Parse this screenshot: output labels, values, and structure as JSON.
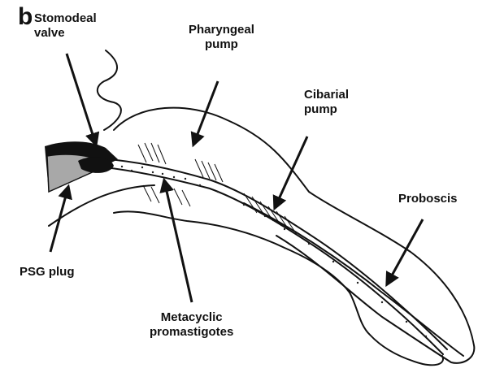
{
  "figure": {
    "panel_letter": "b",
    "labels": {
      "stomodeal_valve": "Stomodeal\nvalve",
      "pharyngeal_pump": "Pharyngeal\npump",
      "cibarial_pump": "Cibarial\npump",
      "proboscis": "Proboscis",
      "psg_plug": "PSG plug",
      "metacyclic_promastigotes": "Metacyclic\npromastigotes"
    }
  },
  "colors": {
    "ink": "#111111",
    "plug_gray": "#a8a8a8",
    "background": "#ffffff"
  }
}
